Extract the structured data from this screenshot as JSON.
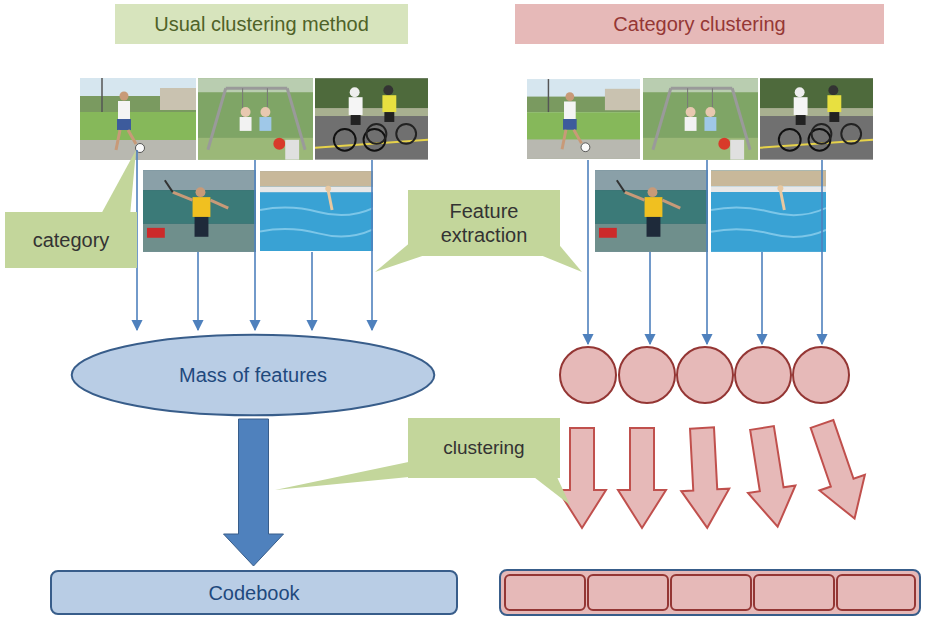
{
  "diagram": {
    "nodes": [
      {
        "text": [
          "Usual clustering method"
        ]
      },
      {
        "text": [
          "Category clustering"
        ]
      },
      {
        "text": [
          "category"
        ]
      },
      {
        "text": [
          "Feature extraction"
        ]
      },
      {
        "text": [
          "Mass of features"
        ]
      },
      {
        "text": [
          "clustering"
        ]
      },
      {
        "text": [
          "Codebook"
        ]
      }
    ],
    "edges": [
      {
        "from": 4,
        "to": 6,
        "arrow": "to"
      }
    ]
  }
}
